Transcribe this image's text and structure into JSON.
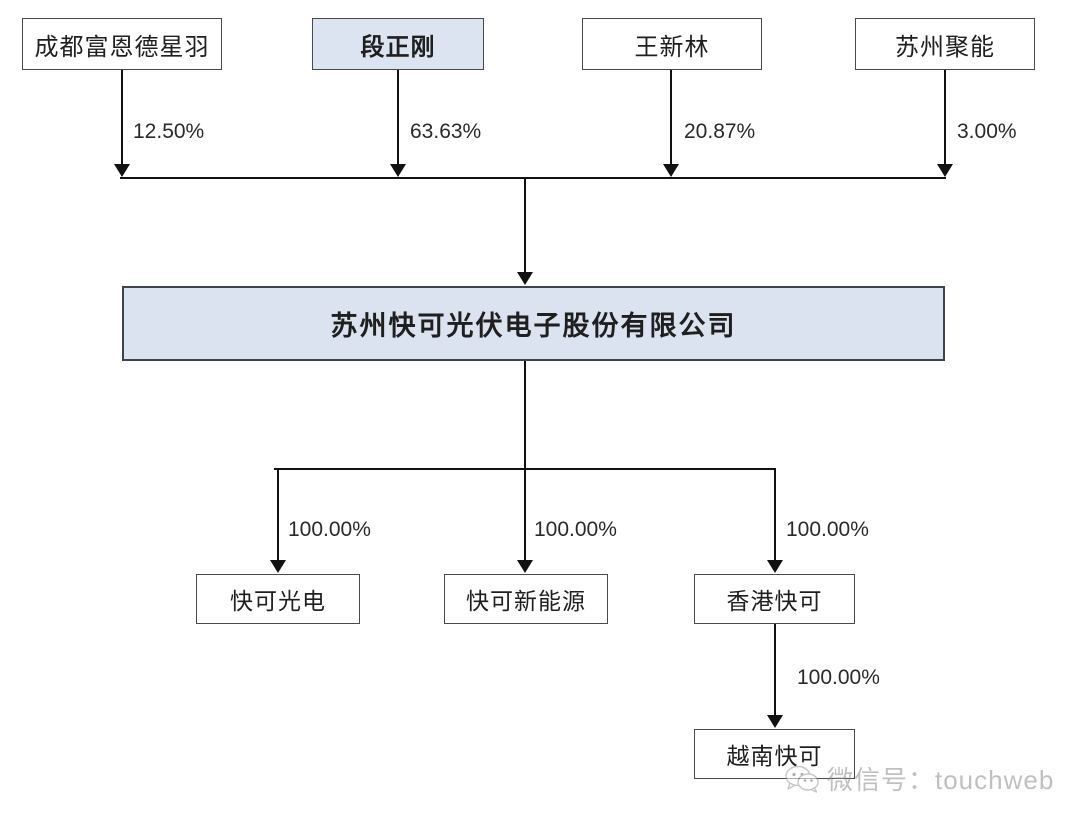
{
  "diagram": {
    "type": "ownership-structure-chart",
    "title_present": false,
    "shareholders": [
      {
        "id": "chengdu",
        "label": "成都富恩德星羽",
        "percent": "12.50%",
        "highlighted": false
      },
      {
        "id": "duanzhenggang",
        "label": "段正刚",
        "percent": "63.63%",
        "highlighted": true
      },
      {
        "id": "wangxinlin",
        "label": "王新林",
        "percent": "20.87%",
        "highlighted": false
      },
      {
        "id": "suzhoujuneng",
        "label": "苏州聚能",
        "percent": "3.00%",
        "highlighted": false
      }
    ],
    "company": {
      "id": "kuake",
      "label": "苏州快可光伏电子股份有限公司",
      "highlighted": true
    },
    "subsidiaries": [
      {
        "id": "kuake-guangdian",
        "label": "快可光电",
        "percent": "100.00%"
      },
      {
        "id": "kuake-xinnengyuan",
        "label": "快可新能源",
        "percent": "100.00%"
      },
      {
        "id": "hongkong-kuake",
        "label": "香港快可",
        "percent": "100.00%"
      }
    ],
    "sub_subsidiaries": [
      {
        "id": "vietnam-kuake",
        "label": "越南快可",
        "percent": "100.00%",
        "parent": "hongkong-kuake"
      }
    ]
  },
  "watermark": {
    "text": "微信号：touchweb",
    "icon": "wechat-icon"
  },
  "colors": {
    "highlight_fill": "#dce3f1",
    "company_fill": "#dbe2f0",
    "box_border": "#4a4a4a",
    "line": "#111111",
    "text": "#1f1f1f",
    "watermark_text": "#8d8d8d"
  }
}
